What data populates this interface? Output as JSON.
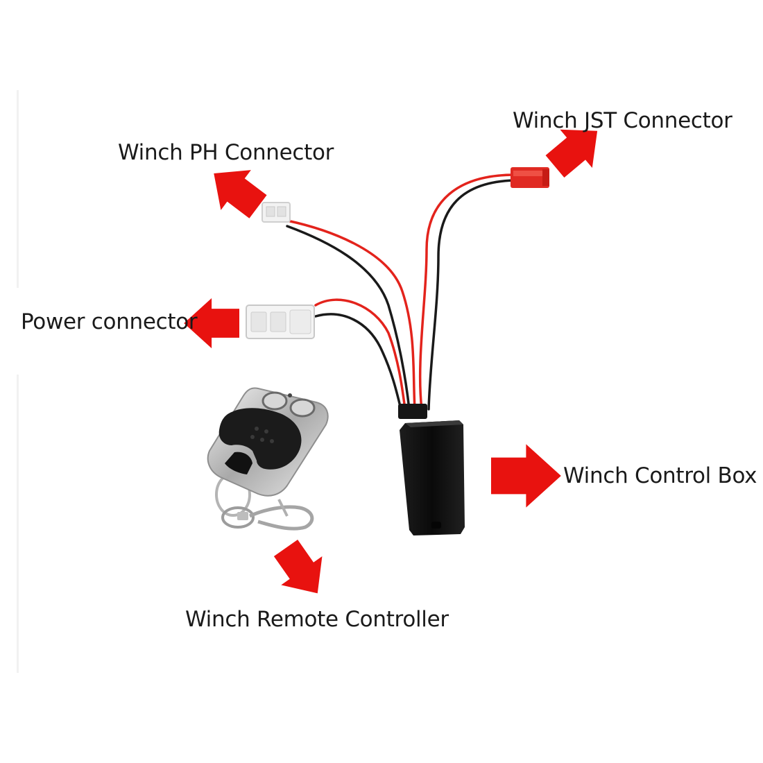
{
  "labels": {
    "ph_connector": "Winch PH Connector",
    "jst_connector": "Winch JST Connector",
    "power_connector": "Power connector",
    "control_box": "Winch Control Box",
    "remote_controller": "Winch Remote Controller"
  },
  "colors": {
    "arrow": "#e8120f",
    "wire_red": "#e3231c",
    "wire_black": "#1a1a1a",
    "box": "#111111",
    "label_text": "#1a1a1a"
  },
  "icons": [
    "arrow-icon"
  ]
}
